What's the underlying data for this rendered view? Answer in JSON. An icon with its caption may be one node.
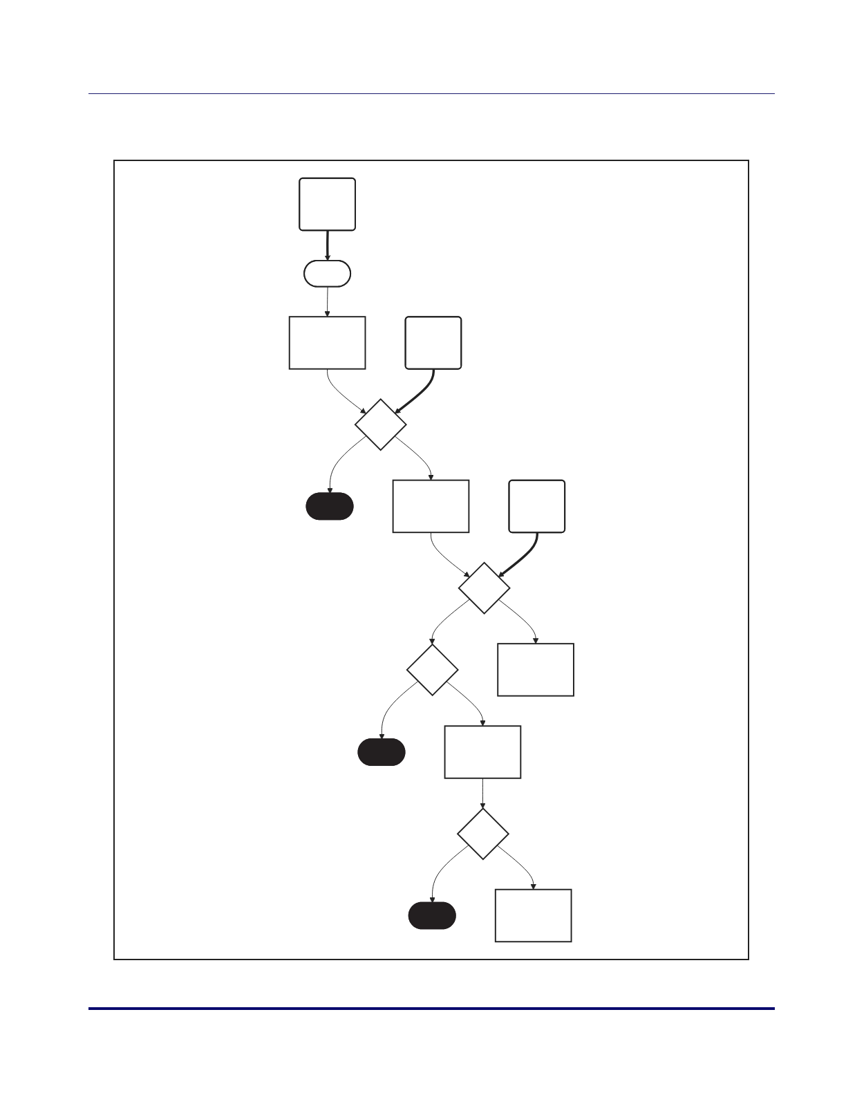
{
  "diagram": {
    "nodes": [
      {
        "text": [],
        "shape": "pill"
      },
      {
        "text": [],
        "shape": "callout"
      },
      {
        "text": [],
        "shape": "box"
      },
      {
        "text": [],
        "shape": "callout"
      },
      {
        "text": [],
        "shape": "diamond"
      },
      {
        "text": [],
        "shape": "pill"
      },
      {
        "text": [],
        "shape": "box"
      },
      {
        "text": [],
        "shape": "callout"
      },
      {
        "text": [],
        "shape": "diamond"
      },
      {
        "text": [],
        "shape": "diamond"
      },
      {
        "text": [],
        "shape": "pill"
      },
      {
        "text": [],
        "shape": "box"
      },
      {
        "text": [],
        "shape": "box"
      },
      {
        "text": [],
        "shape": "diamond"
      },
      {
        "text": [],
        "shape": "pill"
      },
      {
        "text": [],
        "shape": "box"
      }
    ],
    "edges": [
      {
        "from": 1,
        "to": 0,
        "arrow": "to",
        "style": "thick"
      },
      {
        "from": 0,
        "to": 2,
        "arrow": "to"
      },
      {
        "from": 2,
        "to": 4,
        "arrow": "to"
      },
      {
        "from": 3,
        "to": 4,
        "arrow": "to",
        "style": "thick"
      },
      {
        "from": 4,
        "to": 5,
        "arrow": "to"
      },
      {
        "from": 4,
        "to": 6,
        "arrow": "to"
      },
      {
        "from": 6,
        "to": 8,
        "arrow": "to"
      },
      {
        "from": 7,
        "to": 8,
        "arrow": "to",
        "style": "thick"
      },
      {
        "from": 8,
        "to": 9,
        "arrow": "to"
      },
      {
        "from": 9,
        "to": 10,
        "arrow": "to"
      },
      {
        "from": 8,
        "to": 11,
        "arrow": "to"
      },
      {
        "from": 9,
        "to": 12,
        "arrow": "to"
      },
      {
        "from": 12,
        "to": 13,
        "arrow": "to"
      },
      {
        "from": 13,
        "to": 14,
        "arrow": "to"
      },
      {
        "from": 13,
        "to": 15,
        "arrow": "to"
      }
    ]
  }
}
